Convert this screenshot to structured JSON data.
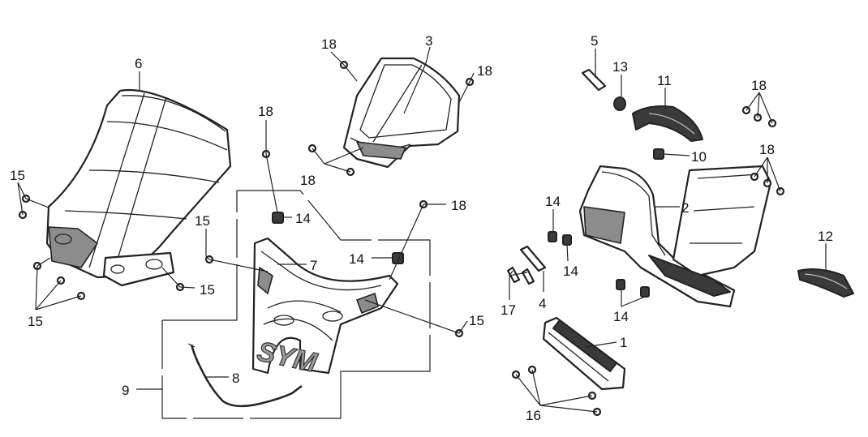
{
  "labels": {
    "p1": "1",
    "p2": "2",
    "p3": "3",
    "p4": "4",
    "p5": "5",
    "p6": "6",
    "p7": "7",
    "p8": "8",
    "p9": "9",
    "p10": "10",
    "p11": "11",
    "p12": "12",
    "p13": "13",
    "p14a": "14",
    "p14b": "14",
    "p14c": "14",
    "p14d": "14",
    "p14e": "14",
    "p15a": "15",
    "p15b": "15",
    "p15c": "15",
    "p15d": "15",
    "p15e": "15",
    "p16": "16",
    "p17": "17",
    "p18a": "18",
    "p18b": "18",
    "p18c": "18",
    "p18d": "18",
    "p18e": "18",
    "p18f": "18",
    "p18g": "18"
  },
  "brand": {
    "text": "SYM"
  }
}
